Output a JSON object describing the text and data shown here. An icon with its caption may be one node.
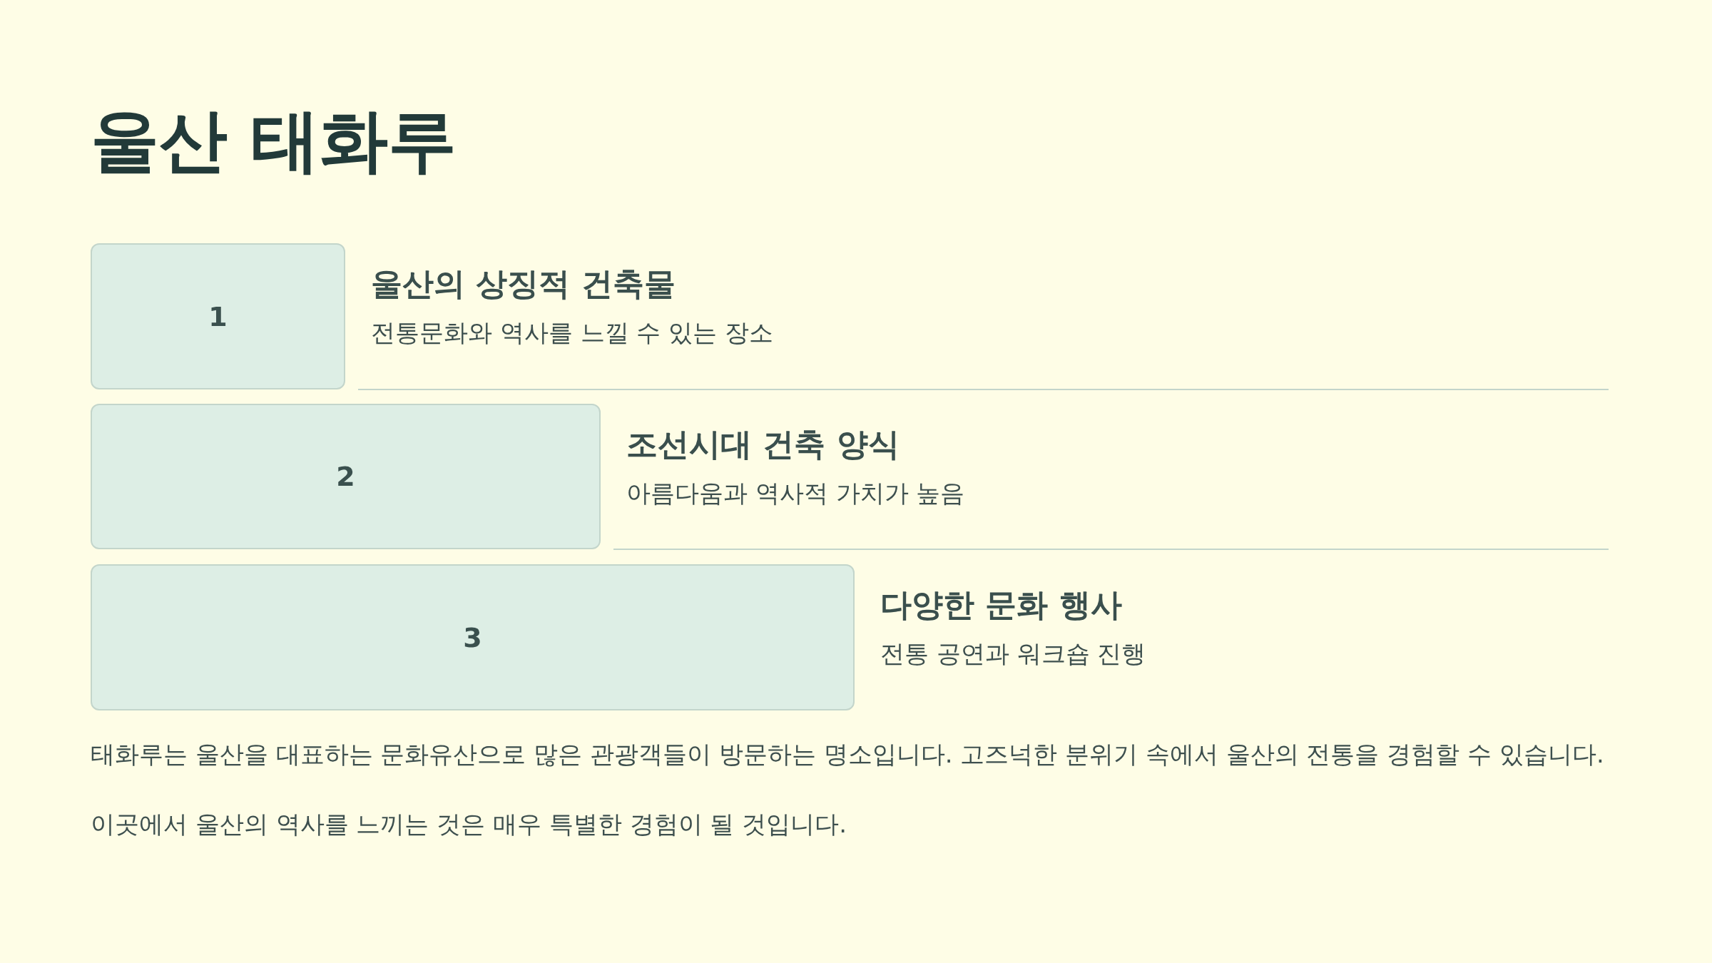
{
  "diagram": {
    "title": "울산 태화루",
    "nodes": [
      {
        "text": [
          "1"
        ],
        "beside": [
          "울산의 상징적 건축물",
          "전통문화와 역사를 느낄 수 있는 장소"
        ]
      },
      {
        "text": [
          "2"
        ],
        "beside": [
          "조선시대 건축 양식",
          "아름다움과 역사적 가치가 높음"
        ]
      },
      {
        "text": [
          "3"
        ],
        "beside": [
          "다양한 문화 행사",
          "전통 공연과 워크숍 진행"
        ]
      }
    ],
    "labels": [
      "태화루는 울산을 대표하는 문화유산으로 많은 관광객들이 방문하는 명소입니다. 고즈넉한 분위기 속에서 울산의 전통을 경험할 수 있습니다.",
      "이곳에서 울산의 역사를 느끼는 것은 매우 특별한 경험이 될 것입니다."
    ]
  }
}
